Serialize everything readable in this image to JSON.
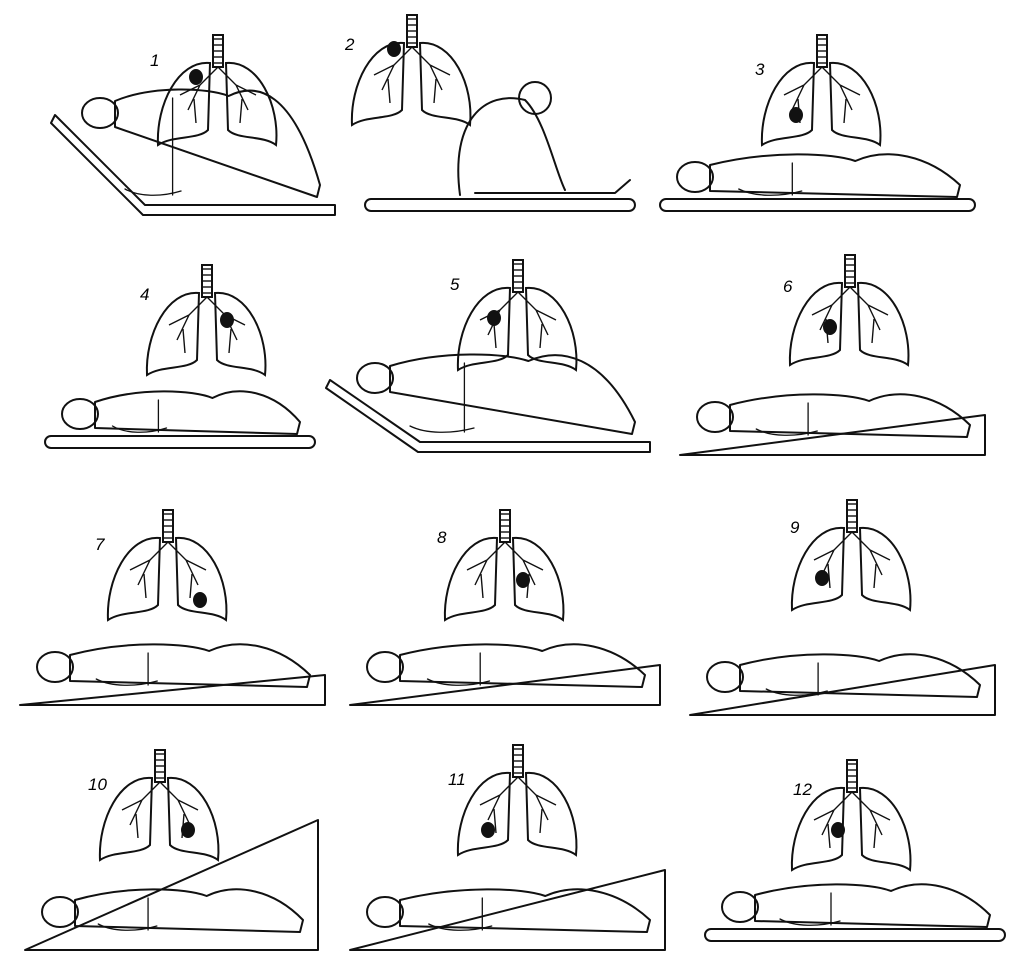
{
  "panels": [
    {
      "label": "1",
      "support": "inclined-back",
      "posture": "semi-recline"
    },
    {
      "label": "2",
      "support": "flat",
      "posture": "sit-lean-forward"
    },
    {
      "label": "3",
      "support": "flat",
      "posture": "supine"
    },
    {
      "label": "4",
      "support": "flat",
      "posture": "prone"
    },
    {
      "label": "5",
      "support": "inclined-back",
      "posture": "recline-side"
    },
    {
      "label": "6",
      "support": "wedge-head-down",
      "posture": "supine"
    },
    {
      "label": "7",
      "support": "wedge-head-down",
      "posture": "side-lying"
    },
    {
      "label": "8",
      "support": "wedge-head-down",
      "posture": "side-lying"
    },
    {
      "label": "9",
      "support": "wedge-head-down",
      "posture": "side-lying"
    },
    {
      "label": "10",
      "support": "wedge-head-down",
      "posture": "side-lying"
    },
    {
      "label": "11",
      "support": "wedge-head-down",
      "posture": "prone"
    },
    {
      "label": "12",
      "support": "flat",
      "posture": "prone"
    }
  ]
}
